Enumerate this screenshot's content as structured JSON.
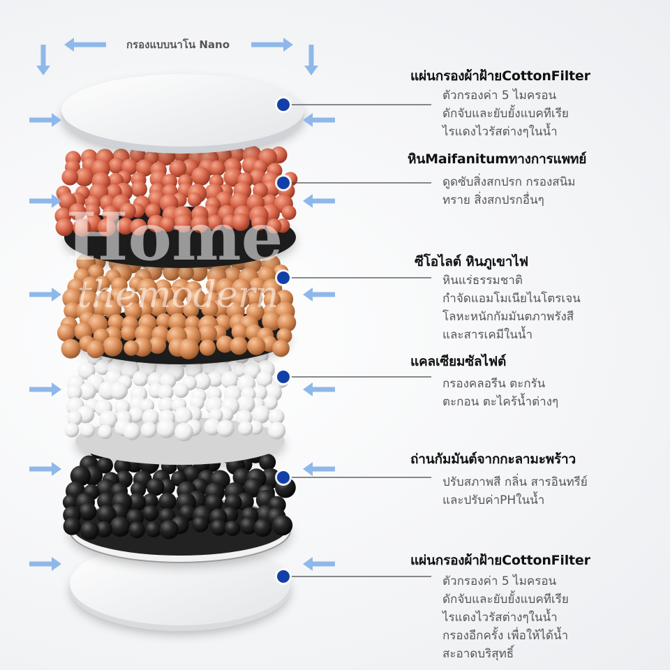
{
  "header": {
    "caption": "กรองแบบนาโน Nano"
  },
  "watermark": {
    "line1": "Home",
    "line2": "themodern"
  },
  "colors": {
    "arrow": "#8fb8ea",
    "dot": "#1340a8",
    "title": "#111111",
    "desc": "#555555"
  },
  "layers": [
    {
      "title": "แผ่นกรองผ้าฝ้ายCottonFilter",
      "lines": [
        "ตัวกรองค่า 5 ไมครอน",
        "ดักจับและยับยั้งแบคทีเรีย",
        "ไรแดงไวรัสต่างๆในน้ำ"
      ]
    },
    {
      "title": "หินMaifanitumทางการแพทย์",
      "lines": [
        "ดูดซับสิ่งสกปรก กรองสนิม",
        "ทราย สิ่งสกปรกอื่นๆ"
      ]
    },
    {
      "title": "ซีโอไลต์ หินภูเขาไฟ",
      "lines": [
        "หินแร่ธรรมชาติ",
        "กำจัดแอมโมเนียไนโตรเจน",
        "โลหะหนักกัมมันตภาพรังสี",
        "และสารเคมีในน้ำ"
      ]
    },
    {
      "title": "แคลเซียมซัลไฟต์",
      "lines": [
        "กรองคลอรีน ตะกรัน",
        "ตะกอน ตะไคร้น้ำต่างๆ"
      ]
    },
    {
      "title": "ถ่านกัมมันต์จากกะลามะพร้าว",
      "lines": [
        "ปรับสภาพสี กลิ่น สารอินทรีย์",
        "และปรับค่าPHในน้ำ"
      ]
    },
    {
      "title": "แผ่นกรองผ้าฝ้ายCottonFilter",
      "lines": [
        "ตัวกรองค่า 5 ไมครอน",
        "ดักจับและยับยั้งแบคทีเรีย",
        "ไรแดงไวรัสต่างๆในน้ำ",
        "กรองอีกครั้ง เพื่อให้ได้น้ำ",
        "สะอาดบริสุทธิ์"
      ]
    }
  ]
}
